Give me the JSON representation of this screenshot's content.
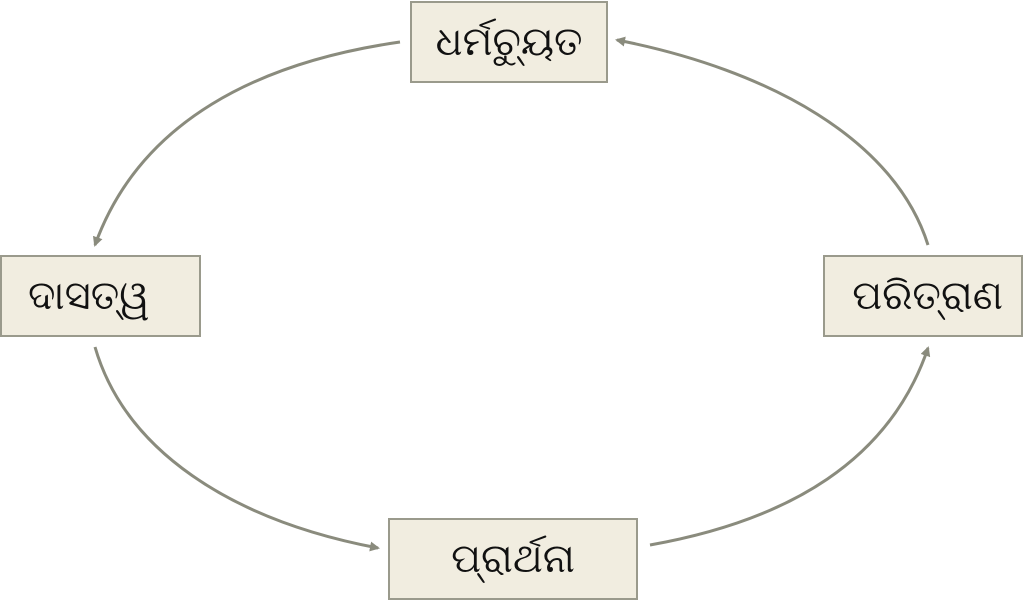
{
  "diagram": {
    "nodes": {
      "top": "ଧର୍ମଚ୍ୟୁତ",
      "left": "ଦାସତ୍ୱ",
      "bottom": "ପ୍ରାର୍ଥନା",
      "right": "ପରିତ୍ରାଣ"
    },
    "colors": {
      "arrow": "#8a8b7d",
      "box_fill": "#f1ede0",
      "box_border": "#9a9a8c"
    }
  }
}
